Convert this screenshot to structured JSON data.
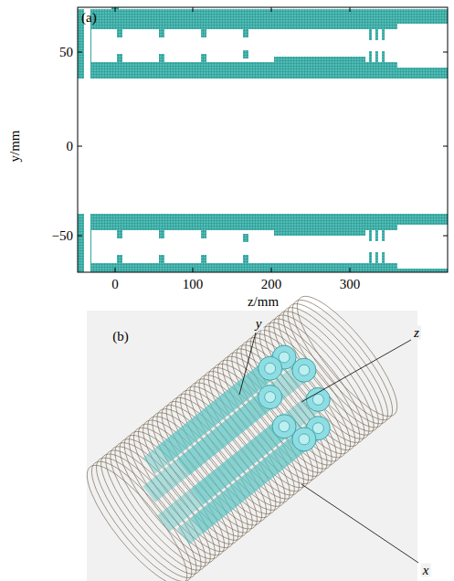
{
  "diagram": {
    "labels": [
      "(a)",
      "50",
      "0",
      "−50",
      "0",
      "100",
      "200",
      "300",
      "y/mm",
      "z/mm",
      "(b)",
      "y",
      "z",
      "x"
    ]
  }
}
